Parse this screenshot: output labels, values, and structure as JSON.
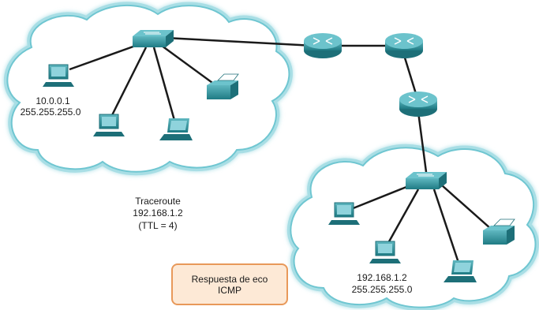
{
  "network_left": {
    "host_ip": "10.0.0.1",
    "host_mask": "255.255.255.0"
  },
  "network_right": {
    "host_ip": "192.168.1.2",
    "host_mask": "255.255.255.0"
  },
  "traceroute": {
    "title": "Traceroute",
    "target": "192.168.1.2",
    "ttl": "(TTL = 4)"
  },
  "reply": {
    "line1": "Respuesta de eco",
    "line2": "ICMP"
  },
  "colors": {
    "cloud_fill": "#ffffff",
    "cloud_stroke": "#8fd3dc",
    "device": "#2a8c96",
    "device_dark": "#1d6f78",
    "link": "#1a1a1a",
    "reply_border": "#e8995a",
    "reply_fill": "#fde9d6"
  },
  "icons": [
    "router-icon",
    "switch-icon",
    "pc-icon",
    "laptop-icon",
    "printer-icon",
    "cloud-shape"
  ]
}
